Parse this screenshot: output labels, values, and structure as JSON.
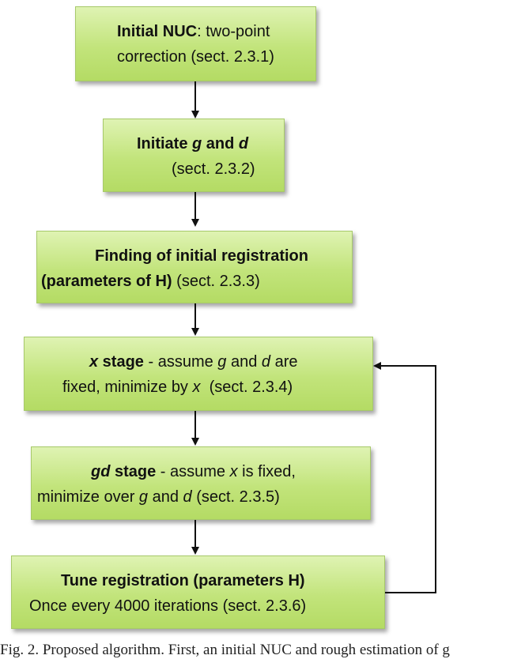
{
  "nodes": {
    "initial_nuc": {
      "bold": "Initial NUC",
      "rest": ": two-point",
      "line2": "correction (sect. 2.3.1)"
    },
    "initiate_gd": {
      "prefix": "Initiate ",
      "g": "g",
      "and": " and ",
      "d": "d",
      "line2": "(sect. 2.3.2)"
    },
    "initial_registration": {
      "line1": "Finding of initial registration",
      "line2_bold": "(parameters of H)",
      "line2_rest": " (sect. 2.3.3)"
    },
    "x_stage": {
      "x": "x",
      "stage": " stage",
      "dash": " - assume ",
      "g": "g",
      "and": " and ",
      "d": "d",
      "are": " are",
      "line2_prefix": "fixed, minimize by ",
      "line2_x": "x",
      "line2_suffix": "  (sect. 2.3.4)"
    },
    "gd_stage": {
      "gd": "gd",
      "stage": " stage",
      "dash": " - assume ",
      "x": "x",
      "fixed": " is fixed,",
      "line2_prefix": "minimize over ",
      "line2_g": "g",
      "line2_and": " and ",
      "line2_d": "d",
      "line2_suffix": " (sect. 2.3.5)"
    },
    "tune_registration": {
      "line1": "Tune registration (parameters H)",
      "line2": "Once every 4000 iterations (sect. 2.3.6)"
    }
  },
  "caption": "Fig. 2. Proposed algorithm. First, an initial NUC and rough estimation of g"
}
